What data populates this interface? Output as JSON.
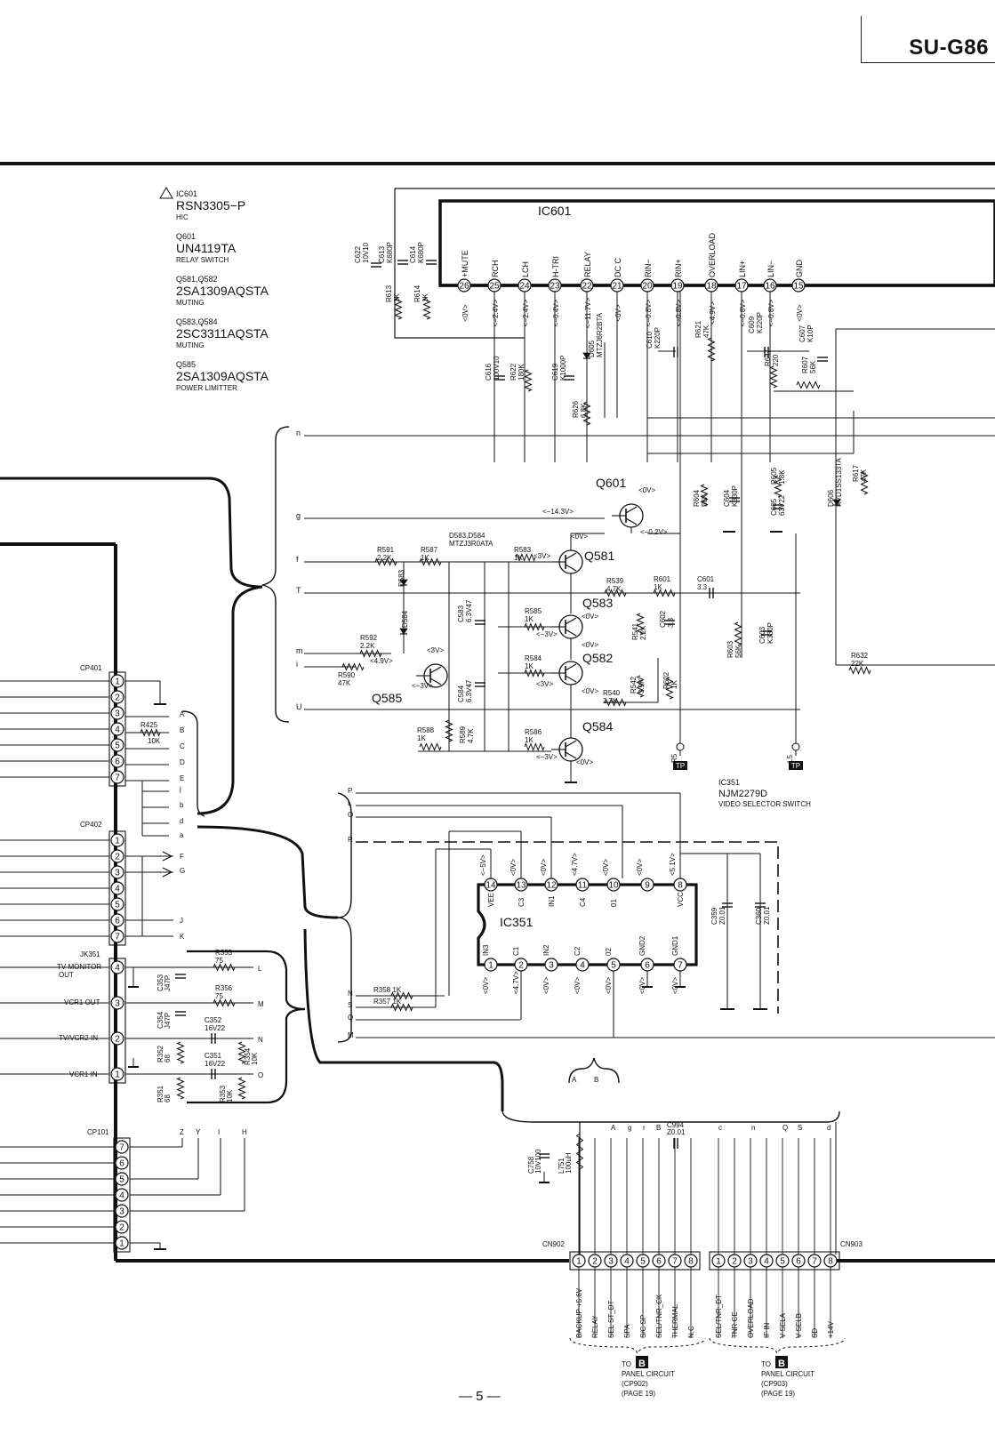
{
  "header": {
    "model": "SU-G86"
  },
  "footer": {
    "page": "— 5 —"
  },
  "parts_legend": [
    {
      "ref": "IC601",
      "part": "RSN3305−P",
      "desc": "HIC"
    },
    {
      "ref": "Q601",
      "part": "UN4119TA",
      "desc": "RELAY SWITCH"
    },
    {
      "ref": "Q581,Q582",
      "part": "2SA1309AQSTA",
      "desc": "MUTING"
    },
    {
      "ref": "Q583,Q584",
      "part": "2SC3311AQSTA",
      "desc": "MUTING"
    },
    {
      "ref": "Q585",
      "part": "2SA1309AQSTA",
      "desc": "POWER LIMITTER"
    }
  ],
  "ic601": {
    "name": "IC601",
    "pins": [
      {
        "num": "26",
        "label": "+MUTE",
        "volt": "<0V>"
      },
      {
        "num": "25",
        "label": "RCH",
        "volt": "<−2.4V>"
      },
      {
        "num": "24",
        "label": "LCH",
        "volt": "<−2.4V>"
      },
      {
        "num": "23",
        "label": "H-TRI",
        "volt": "<−0.4V>"
      },
      {
        "num": "22",
        "label": "RELAY",
        "volt": "<−11.7V>"
      },
      {
        "num": "21",
        "label": "DC C",
        "volt": "<0V>"
      },
      {
        "num": "20",
        "label": "RIN−",
        "volt": "<−0.8V>"
      },
      {
        "num": "19",
        "label": "RIN+",
        "volt": "<−0.8V>"
      },
      {
        "num": "18",
        "label": "OVERLOAD",
        "volt": "<4.9V>"
      },
      {
        "num": "17",
        "label": "LIN+",
        "volt": "<−0.8V>"
      },
      {
        "num": "16",
        "label": "LIN−",
        "volt": "<−0.8V>"
      },
      {
        "num": "15",
        "label": "GND",
        "volt": "<0V>"
      }
    ]
  },
  "ic351": {
    "name": "IC351",
    "title": "IC351",
    "part": "NJM2279D",
    "desc": "VIDEO SELECTOR SWITCH",
    "top_pins": [
      {
        "num": "14",
        "label": "VEE",
        "volt": "<−5V>"
      },
      {
        "num": "13",
        "label": "C3",
        "volt": "<0V>"
      },
      {
        "num": "12",
        "label": "IN1",
        "volt": "<0V>"
      },
      {
        "num": "11",
        "label": "C4",
        "volt": "<4.7V>"
      },
      {
        "num": "10",
        "label": "01",
        "volt": "<0V>"
      },
      {
        "num": "9",
        "label": "",
        "volt": "<0V>"
      },
      {
        "num": "8",
        "label": "VCC",
        "volt": "<5.1V>"
      }
    ],
    "bottom_pins": [
      {
        "num": "1",
        "label": "IN3",
        "volt": "<0V>"
      },
      {
        "num": "2",
        "label": "C1",
        "volt": "<4.7V>"
      },
      {
        "num": "3",
        "label": "IN2",
        "volt": "<0V>"
      },
      {
        "num": "4",
        "label": "C2",
        "volt": "<0V>"
      },
      {
        "num": "5",
        "label": "02",
        "volt": "<0V>"
      },
      {
        "num": "6",
        "label": "GND2",
        "volt": "<0V>"
      },
      {
        "num": "7",
        "label": "GND1",
        "volt": "<0V>"
      }
    ]
  },
  "transistors": {
    "q601": "Q601",
    "q581": "Q581",
    "q583": "Q583",
    "q582": "Q582",
    "q584": "Q584",
    "q585": "Q585"
  },
  "components_top": [
    {
      "ref": "C622",
      "val": "10V10"
    },
    {
      "ref": "C613",
      "val": "K680P"
    },
    {
      "ref": "C614",
      "val": "K680P"
    },
    {
      "ref": "R613",
      "val": "1K"
    },
    {
      "ref": "R614",
      "val": "1K"
    },
    {
      "ref": "C616",
      "val": "100V10"
    },
    {
      "ref": "R622",
      "val": "180K"
    },
    {
      "ref": "C619",
      "val": "K1000P"
    },
    {
      "ref": "D605",
      "val": "MTZJ6R2BTA"
    },
    {
      "ref": "R626",
      "val": "6.8K"
    },
    {
      "ref": "C610",
      "val": "K220P"
    },
    {
      "ref": "R621",
      "val": "47K"
    },
    {
      "ref": "C609",
      "val": "K220P"
    },
    {
      "ref": "R647",
      "val": "220"
    },
    {
      "ref": "C607",
      "val": "K10P"
    },
    {
      "ref": "R607",
      "val": "56K"
    },
    {
      "ref": "R604",
      "val": "56K"
    },
    {
      "ref": "C604",
      "val": "K330P"
    },
    {
      "ref": "R605",
      "val": "1.8K"
    },
    {
      "ref": "C605",
      "val": "63V22"
    },
    {
      "ref": "D606",
      "val": "RVD1SS133TA"
    },
    {
      "ref": "R617",
      "val": "47K"
    }
  ],
  "components_mid": [
    {
      "ref": "R591",
      "val": "2.2K"
    },
    {
      "ref": "R587",
      "val": "1K"
    },
    {
      "ref": "D583,D584",
      "val": "MTZJ3R0ATA"
    },
    {
      "ref": "R583",
      "val": "1K"
    },
    {
      "ref": "D583",
      "val": ""
    },
    {
      "ref": "D584",
      "val": ""
    },
    {
      "ref": "C583",
      "val": "6.3V47"
    },
    {
      "ref": "R585",
      "val": "1K"
    },
    {
      "ref": "R539",
      "val": "4.7K"
    },
    {
      "ref": "R601",
      "val": "1K"
    },
    {
      "ref": "C601",
      "val": "3.3"
    },
    {
      "ref": "R541",
      "val": "2.2K"
    },
    {
      "ref": "C602",
      "val": "3.3"
    },
    {
      "ref": "R603",
      "val": "56K"
    },
    {
      "ref": "C603",
      "val": "K330P"
    },
    {
      "ref": "R592",
      "val": "2.2K"
    },
    {
      "ref": "R590",
      "val": "47K"
    },
    {
      "ref": "C584",
      "val": "6.3V47"
    },
    {
      "ref": "R584",
      "val": "1K"
    },
    {
      "ref": "R542",
      "val": "3.9K"
    },
    {
      "ref": "R602",
      "val": "1K"
    },
    {
      "ref": "R540",
      "val": "2.7K"
    },
    {
      "ref": "R588",
      "val": "1K"
    },
    {
      "ref": "R589",
      "val": "4.7K"
    },
    {
      "ref": "R586",
      "val": "1K"
    },
    {
      "ref": "R632",
      "val": "22K"
    }
  ],
  "voltages_mid": [
    "<0V>",
    "<−14.3V>",
    "<−0.2V>",
    "<0V>",
    "<3V>",
    "<0V>",
    "<−3V>",
    "<0V>",
    "<3V>",
    "<0V>",
    "<3V>",
    "<−3V>",
    "<4.9V>",
    "<0V>",
    "<−3V>"
  ],
  "test_points": [
    {
      "name": "R5",
      "tag": "TP"
    },
    {
      "name": "L5",
      "tag": "TP"
    }
  ],
  "bus_labels_left": [
    "n",
    "g",
    "f",
    "T",
    "m",
    "i",
    "U"
  ],
  "bus_labels_ic351": [
    "P",
    "L",
    "O",
    "R",
    "N",
    "S",
    "Q",
    "M"
  ],
  "cp401": {
    "name": "CP401",
    "pins": [
      "1",
      "2",
      "3",
      "4",
      "5",
      "6",
      "7"
    ],
    "signals": [
      "A",
      "B",
      "C",
      "D",
      "E",
      "j",
      "b",
      "d",
      "a"
    ],
    "r425": {
      "ref": "R425",
      "val": "10K"
    }
  },
  "cp402": {
    "name": "CP402",
    "pins": [
      "1",
      "2",
      "3",
      "4",
      "5",
      "6",
      "7"
    ],
    "signals": [
      "F",
      "G",
      "J",
      "K"
    ]
  },
  "jk351": {
    "name": "JK351",
    "labels": [
      "TV MONITOR\nOUT",
      "VCR1 OUT",
      "TV/VCR2 IN",
      "VCR1 IN"
    ],
    "pins": [
      "4",
      "3",
      "2",
      "1"
    ],
    "signals": [
      "L",
      "M",
      "N",
      "O"
    ],
    "parts": [
      {
        "ref": "R355",
        "val": "75"
      },
      {
        "ref": "R356",
        "val": "75"
      },
      {
        "ref": "C353",
        "val": "J47P"
      },
      {
        "ref": "C354",
        "val": "J47P"
      },
      {
        "ref": "C352",
        "val": "16V22"
      },
      {
        "ref": "C351",
        "val": "16V22"
      },
      {
        "ref": "R352",
        "val": "68"
      },
      {
        "ref": "R354",
        "val": "10K"
      },
      {
        "ref": "R351",
        "val": "68"
      },
      {
        "ref": "R353",
        "val": "10K"
      },
      {
        "ref": "R358",
        "val": "1K"
      },
      {
        "ref": "R357",
        "val": "1K"
      },
      {
        "ref": "C359",
        "val": "Z0.01"
      },
      {
        "ref": "C360",
        "val": "Z0.01"
      }
    ]
  },
  "cp101": {
    "name": "CP101",
    "pins": [
      "7",
      "6",
      "5",
      "4",
      "3",
      "2",
      "1"
    ],
    "signals": [
      "Z",
      "Y",
      "I",
      "H"
    ]
  },
  "bottom_parts": [
    {
      "ref": "C758",
      "val": "10V100"
    },
    {
      "ref": "L751",
      "val": "100uH"
    },
    {
      "ref": "C994",
      "val": "Z0.01"
    }
  ],
  "bottom_signals": [
    "A",
    "B",
    "A",
    "g",
    "r",
    "B",
    "c",
    "n",
    "Q",
    "S",
    "d"
  ],
  "cn902": {
    "name": "CN902",
    "pins": [
      "1",
      "2",
      "3",
      "4",
      "5",
      "6",
      "7",
      "8"
    ],
    "labels": [
      "BACKUP +5.6V",
      "RELAY",
      "SEL ST_DT",
      "SPA",
      "S/C SP",
      "SEL/TNR_CK",
      "THERMAL",
      "N.C"
    ],
    "to": [
      "TO",
      "PANEL CIRCUIT",
      "(CP902)",
      "(PAGE 19)"
    ],
    "board": "B"
  },
  "cn903": {
    "name": "CN903",
    "pins": [
      "1",
      "2",
      "3",
      "4",
      "5",
      "6",
      "7",
      "8"
    ],
    "labels": [
      "SEL/TNR_DT",
      "TNR CE",
      "OVERLOAD",
      "IF IN",
      "V SELA",
      "V SELB",
      "SD",
      "+14V"
    ],
    "to": [
      "TO",
      "PANEL CIRCUIT",
      "(CP903)",
      "(PAGE 19)"
    ],
    "board": "B"
  }
}
